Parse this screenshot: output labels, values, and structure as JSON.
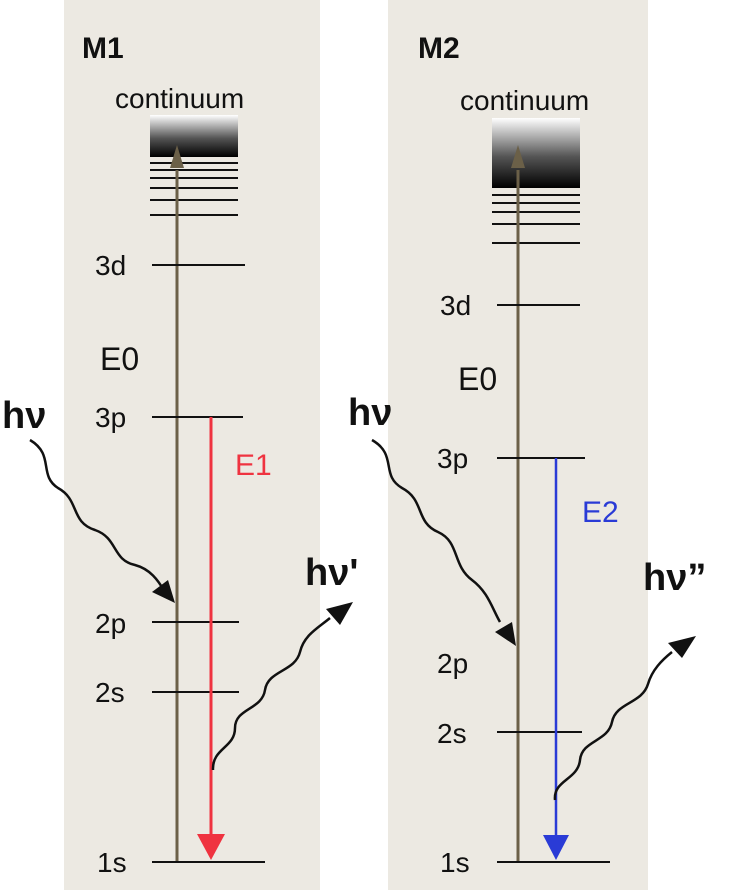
{
  "panels": [
    {
      "title": "M1",
      "continuum_label": "continuum",
      "ground_label": "1s",
      "levels": [
        {
          "label": "3d"
        },
        {
          "label": "3p"
        },
        {
          "label": "2p"
        },
        {
          "label": "2s"
        }
      ],
      "energy_label": "E0",
      "transition_label": "E1",
      "transition_color": "#ef3340",
      "incoming_photon": "hν",
      "outgoing_photon": "hν'"
    },
    {
      "title": "M2",
      "continuum_label": "continuum",
      "ground_label": "1s",
      "levels": [
        {
          "label": "3d"
        },
        {
          "label": "3p"
        },
        {
          "label": "2p"
        },
        {
          "label": "2s"
        }
      ],
      "energy_label": "E0",
      "transition_label": "E2",
      "transition_color": "#2a3bd6",
      "incoming_photon": "hν",
      "outgoing_photon": "hν”"
    }
  ],
  "colors": {
    "panel_background": "#ece9e2",
    "axis_line": "#6b6048",
    "level_line": "#111111"
  }
}
